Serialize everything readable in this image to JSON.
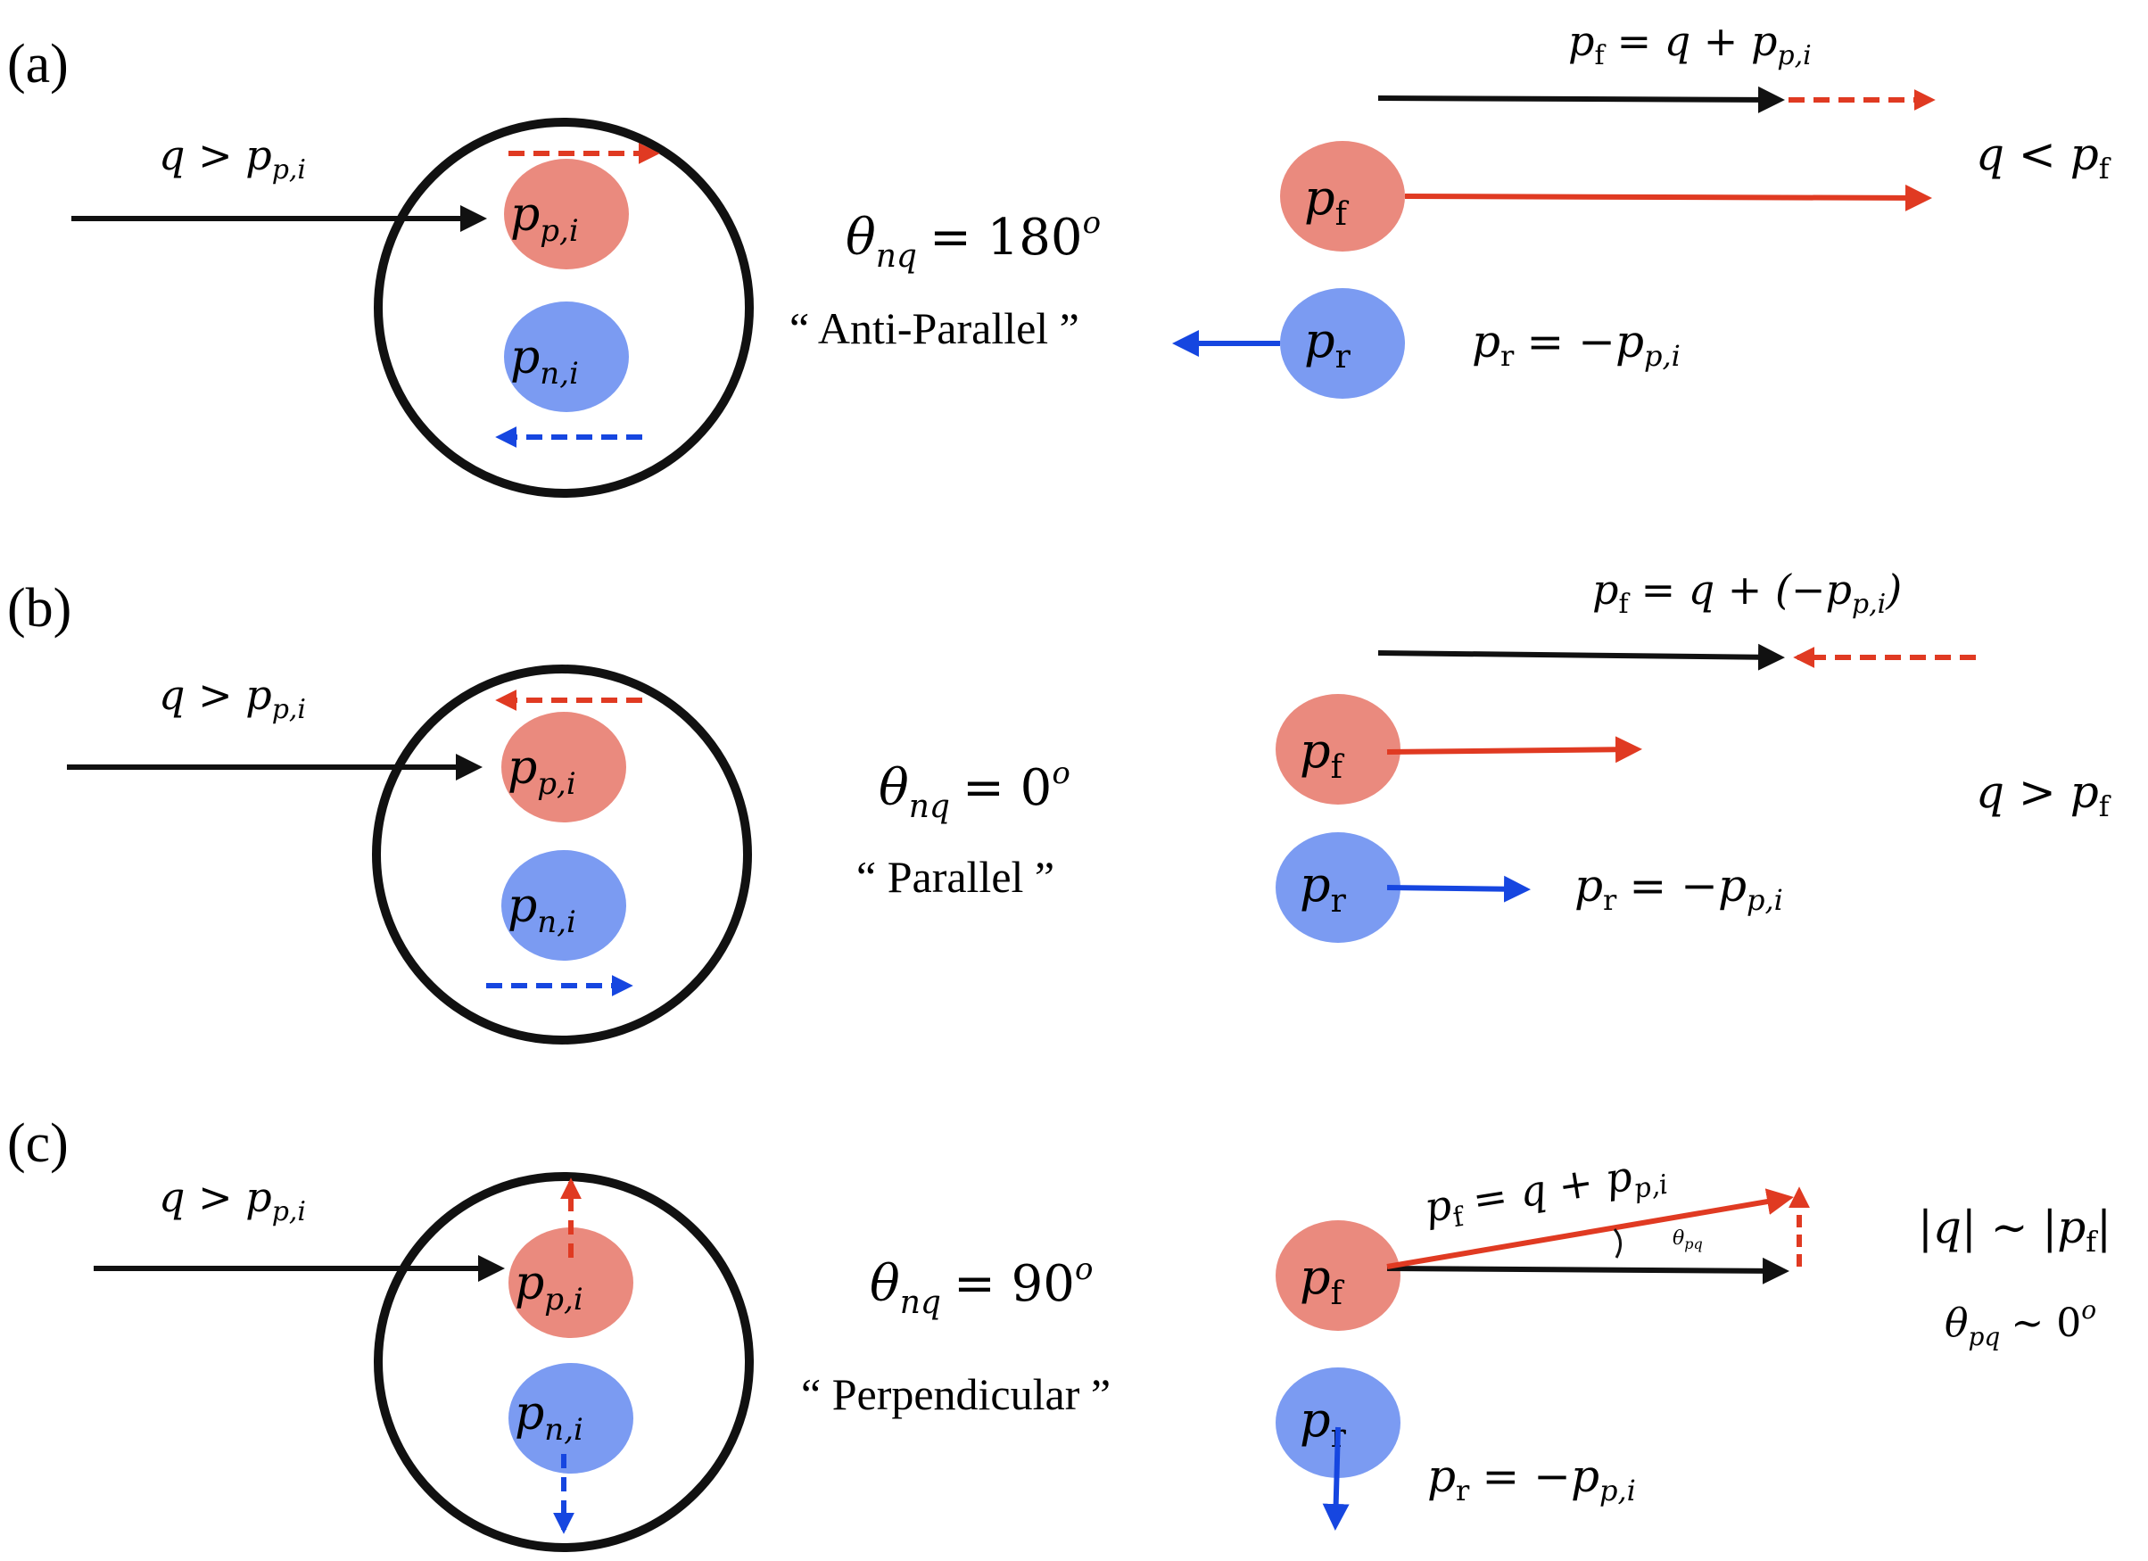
{
  "panels": [
    {
      "id": "a",
      "panel_label": "(a)",
      "q_vs_p_initial": "q > p",
      "proton_label": "p",
      "neutron_label": "p",
      "theta_text": "θ",
      "theta_value": "= 180",
      "theta_degree": "o",
      "description": "“ Anti-Parallel ”",
      "pf_label": "p",
      "pr_label": "p",
      "pf_equation": "= q + p",
      "pr_equation": "= −p",
      "comparison": "q < p"
    },
    {
      "id": "b",
      "panel_label": "(b)",
      "q_vs_p_initial": "q > p",
      "proton_label": "p",
      "neutron_label": "p",
      "theta_text": "θ",
      "theta_value": "= 0",
      "theta_degree": "o",
      "description": "“ Parallel ”",
      "pf_label": "p",
      "pr_label": "p",
      "pf_equation": "= q + (−p",
      "pr_equation": "= −p",
      "comparison": "q > p"
    },
    {
      "id": "c",
      "panel_label": "(c)",
      "q_vs_p_initial": "q > p",
      "proton_label": "p",
      "neutron_label": "p",
      "theta_text": "θ",
      "theta_value": "= 90",
      "theta_degree": "o",
      "description": "“ Perpendicular ”",
      "pf_label": "p",
      "pr_label": "p",
      "pf_equation": "= q + p",
      "pr_equation": "= −p",
      "comparison_magnitude": "|q| ∼ |p",
      "theta_pq_small": "θ",
      "theta_pq_statement": "θ",
      "theta_pq_value": "∼ 0"
    }
  ],
  "subscripts": {
    "pi": "p,i",
    "ni": "n,i",
    "f": "f",
    "r": "r",
    "nq": "nq",
    "pq": "pq"
  },
  "colors": {
    "proton_fill": "#ea8a7e",
    "neutron_fill": "#7b9bf2",
    "proton_arrow": "#e03a22",
    "neutron_arrow": "#1646e0",
    "q_arrow": "#111111",
    "nucleus_ring": "#111111"
  }
}
